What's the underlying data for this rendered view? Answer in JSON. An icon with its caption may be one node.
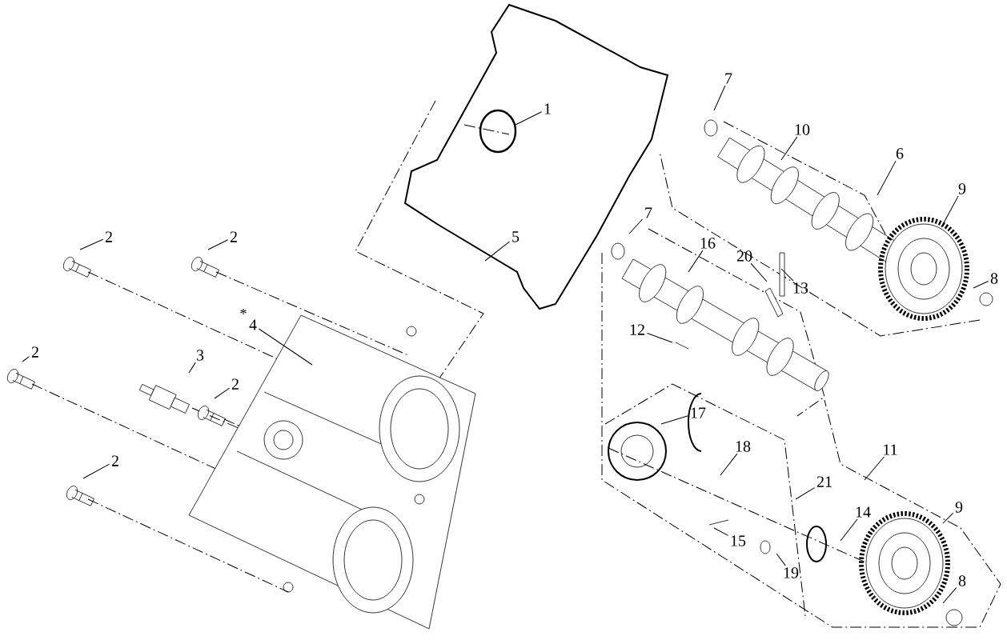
{
  "diagram": {
    "nodes": [
      {
        "text": [
          "7"
        ]
      },
      {
        "text": [
          "1"
        ]
      },
      {
        "text": [
          "10"
        ]
      },
      {
        "text": [
          "6"
        ]
      },
      {
        "text": [
          "9"
        ]
      },
      {
        "text": [
          "7"
        ]
      },
      {
        "text": [
          "2"
        ]
      },
      {
        "text": [
          "2"
        ]
      },
      {
        "text": [
          "5"
        ]
      },
      {
        "text": [
          "16"
        ]
      },
      {
        "text": [
          "20"
        ]
      },
      {
        "text": [
          "8"
        ]
      },
      {
        "text": [
          "13"
        ]
      },
      {
        "text": [
          "4"
        ]
      },
      {
        "text": [
          "12"
        ]
      },
      {
        "text": [
          "2"
        ]
      },
      {
        "text": [
          "3"
        ]
      },
      {
        "text": [
          "2"
        ]
      },
      {
        "text": [
          "17"
        ]
      },
      {
        "text": [
          "18"
        ]
      },
      {
        "text": [
          "11"
        ]
      },
      {
        "text": [
          "2"
        ]
      },
      {
        "text": [
          "21"
        ]
      },
      {
        "text": [
          "14"
        ]
      },
      {
        "text": [
          "9"
        ]
      },
      {
        "text": [
          "15"
        ]
      },
      {
        "text": [
          "19"
        ]
      },
      {
        "text": [
          "8"
        ]
      }
    ],
    "edges": [
      {
        "from": 0,
        "to": null,
        "arrow": "none"
      },
      {
        "from": 1,
        "to": null,
        "arrow": "none"
      },
      {
        "from": 2,
        "to": null,
        "arrow": "none"
      },
      {
        "from": 3,
        "to": null,
        "arrow": "none"
      },
      {
        "from": 4,
        "to": null,
        "arrow": "none"
      },
      {
        "from": 5,
        "to": null,
        "arrow": "none"
      },
      {
        "from": 6,
        "to": null,
        "arrow": "none"
      },
      {
        "from": 7,
        "to": null,
        "arrow": "none"
      },
      {
        "from": 8,
        "to": null,
        "arrow": "none"
      },
      {
        "from": 9,
        "to": null,
        "arrow": "none"
      },
      {
        "from": 10,
        "to": null,
        "arrow": "none"
      },
      {
        "from": 11,
        "to": null,
        "arrow": "none"
      },
      {
        "from": 12,
        "to": null,
        "arrow": "none"
      },
      {
        "from": 13,
        "to": null,
        "arrow": "none"
      },
      {
        "from": 14,
        "to": null,
        "arrow": "none"
      },
      {
        "from": 15,
        "to": null,
        "arrow": "none"
      },
      {
        "from": 16,
        "to": null,
        "arrow": "none"
      },
      {
        "from": 17,
        "to": null,
        "arrow": "none"
      },
      {
        "from": 18,
        "to": null,
        "arrow": "none"
      },
      {
        "from": 19,
        "to": null,
        "arrow": "none"
      },
      {
        "from": 20,
        "to": null,
        "arrow": "none"
      },
      {
        "from": 21,
        "to": null,
        "arrow": "none"
      },
      {
        "from": 22,
        "to": null,
        "arrow": "none"
      },
      {
        "from": 23,
        "to": null,
        "arrow": "none"
      },
      {
        "from": 24,
        "to": null,
        "arrow": "none"
      },
      {
        "from": 25,
        "to": null,
        "arrow": "none"
      },
      {
        "from": 26,
        "to": null,
        "arrow": "none"
      },
      {
        "from": 27,
        "to": null,
        "arrow": "none"
      }
    ],
    "labels": [
      "*"
    ]
  }
}
